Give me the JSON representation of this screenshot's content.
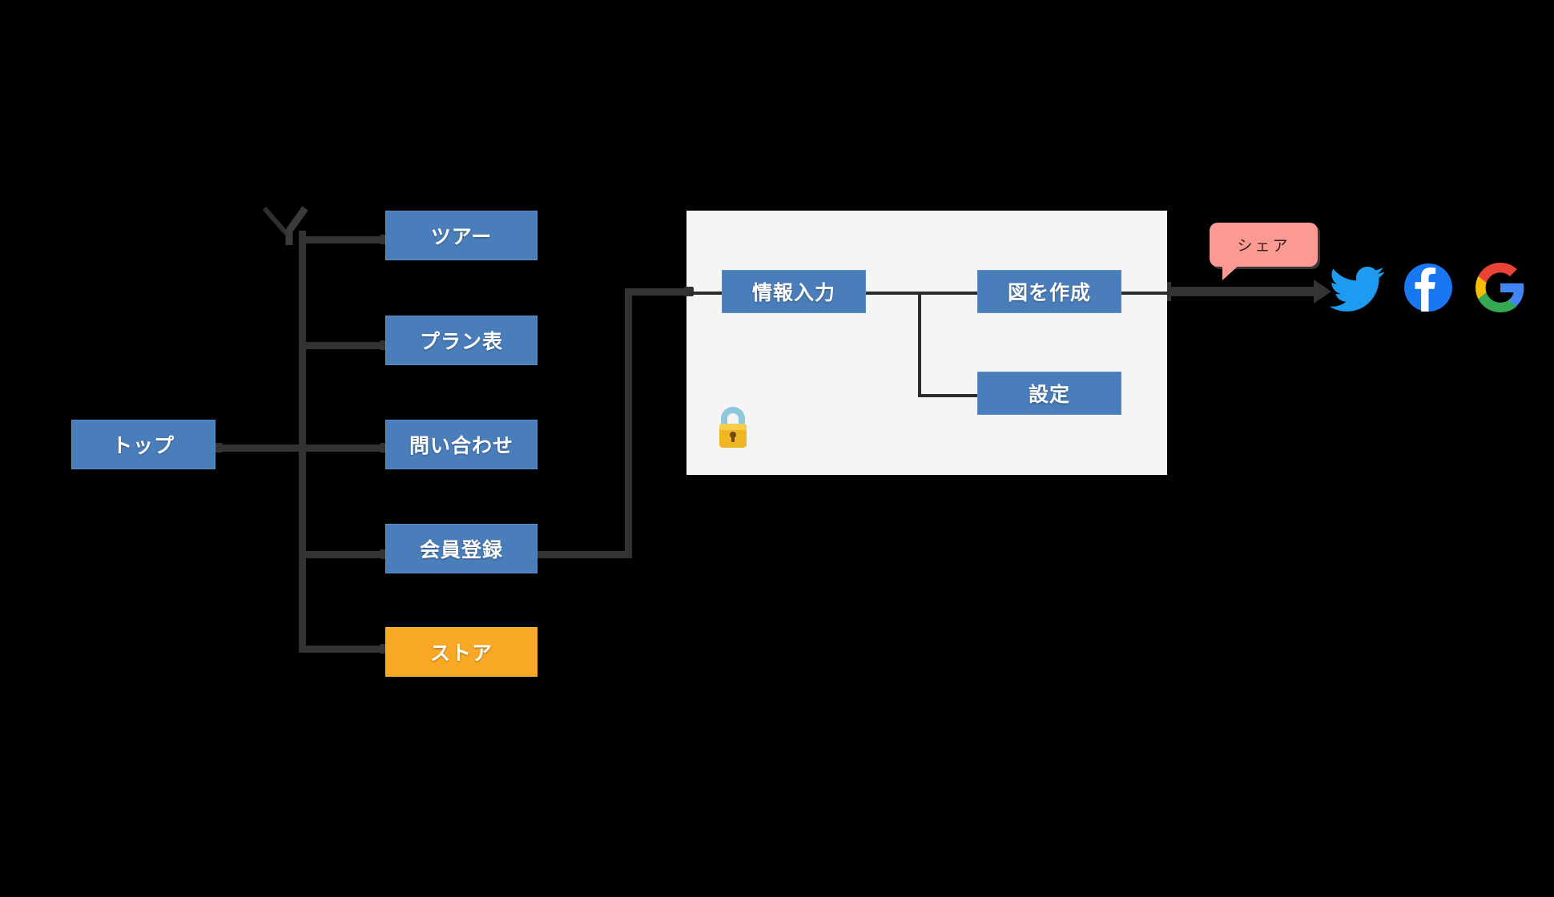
{
  "diagram": {
    "title": "Site map and flow diagram",
    "background_color": "#000000",
    "panel_color": "#f5f5f5",
    "node_blue": "#4a7ebb",
    "node_orange": "#f9a825",
    "connector_color": "#333333",
    "bubble_color": "#fb9a92"
  },
  "sitemap": {
    "root": {
      "label": "トップ",
      "color": "blue"
    },
    "children": [
      {
        "label": "ツアー",
        "color": "blue"
      },
      {
        "label": "プラン表",
        "color": "blue"
      },
      {
        "label": "問い合わせ",
        "color": "blue"
      },
      {
        "label": "会員登録",
        "color": "blue"
      },
      {
        "label": "ストア",
        "color": "orange"
      }
    ]
  },
  "flow_panel": {
    "nodes": [
      {
        "label": "情報入力"
      },
      {
        "label": "図を作成"
      },
      {
        "label": "設定"
      }
    ],
    "lock_icon": "lock-icon"
  },
  "share": {
    "bubble_label": "シェア",
    "icons": [
      {
        "name": "twitter-icon",
        "color": "#1d9bf0"
      },
      {
        "name": "facebook-icon",
        "color": "#1877f2"
      },
      {
        "name": "google-icon",
        "color": "#4285f4"
      }
    ]
  },
  "cursor": {
    "name": "stray-pointer-mark"
  }
}
